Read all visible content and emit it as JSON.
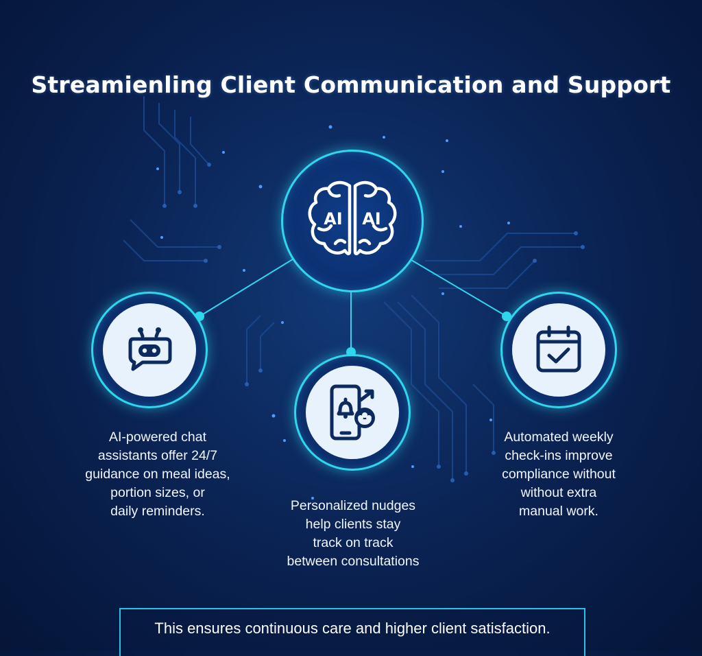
{
  "title": "Streamienling Client Communication and Support",
  "hub": {
    "icon": "brain-icon",
    "label_left": "AI",
    "label_right": "AI"
  },
  "nodes": [
    {
      "icon": "chatbot-icon",
      "caption_lines": [
        "AI-powered chat",
        "assistants offer 24/7",
        "guidance on meal ideas,",
        "portion sizes, or",
        "daily reminders."
      ]
    },
    {
      "icon": "phone-notification-icon",
      "caption_lines": [
        "Personalized nudges",
        "help clients stay",
        "track on track",
        "between consultations"
      ]
    },
    {
      "icon": "calendar-check-icon",
      "caption_lines": [
        "Automated weekly",
        "check-ins improve",
        "compliance without",
        "without extra",
        "manual work."
      ]
    }
  ],
  "footer": {
    "text": "This ensures continuous care and higher client satisfaction."
  },
  "colors": {
    "accent": "#2fd6ee",
    "background": "#0b2557",
    "icon_fill": "#e8f2fc",
    "icon_stroke": "#0c2a5e"
  }
}
